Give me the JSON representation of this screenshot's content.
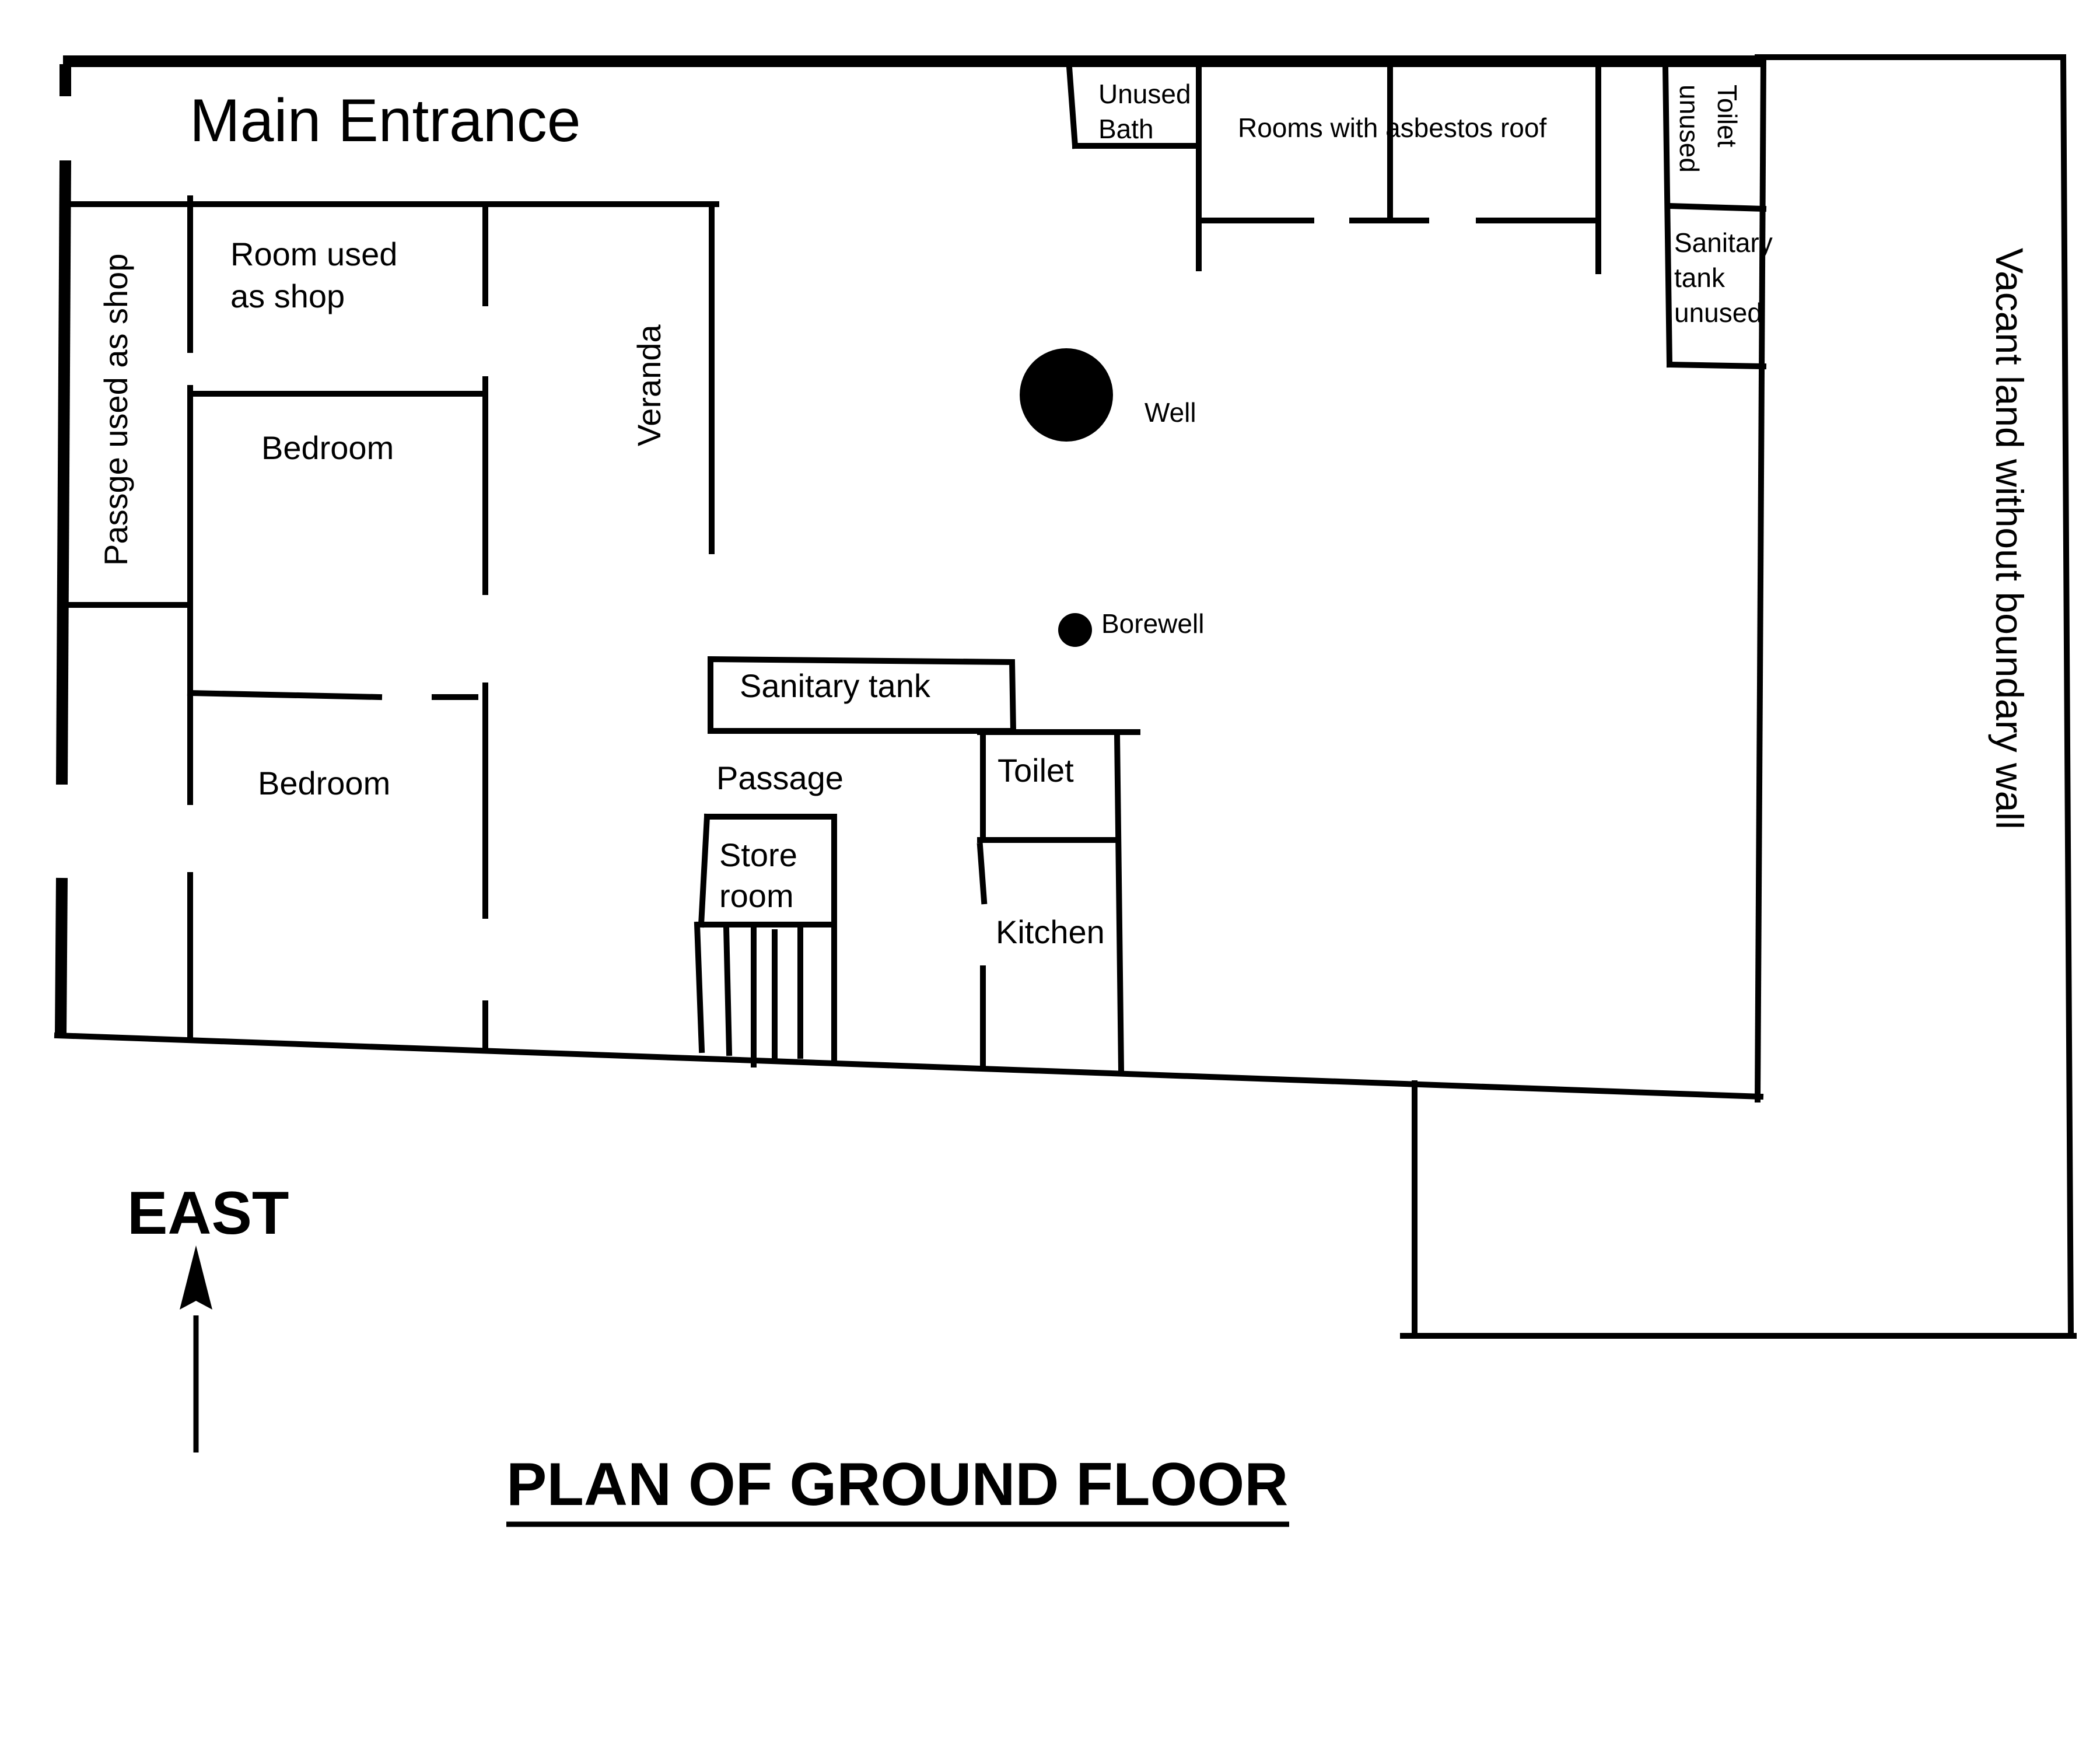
{
  "title": "PLAN  OF GROUND FLOOR",
  "compass": {
    "label": "EAST"
  },
  "labels": {
    "main_entrance": "Main Entrance",
    "passage_shop": "Passge used as shop",
    "room_shop_line1": "Room used",
    "room_shop_line2": "as shop",
    "bedroom_1": "Bedroom",
    "bedroom_2": "Bedroom",
    "veranda": "Veranda",
    "unused_bath_line1": "Unused",
    "unused_bath_line2": "Bath",
    "asbestos_rooms": "Rooms with asbestos roof",
    "toilet_unused_line1": "Toilet",
    "toilet_unused_line2": "unused",
    "sanitary_unused_line1": "Sanitary",
    "sanitary_unused_line2": "tank",
    "sanitary_unused_line3": "unused",
    "well": "Well",
    "borewell": "Borewell",
    "sanitary_tank": "Sanitary tank",
    "passage": "Passage",
    "toilet": "Toilet",
    "store_line1": "Store",
    "store_line2": "room",
    "kitchen": "Kitchen",
    "vacant_land": "Vacant land without boundary wall"
  }
}
